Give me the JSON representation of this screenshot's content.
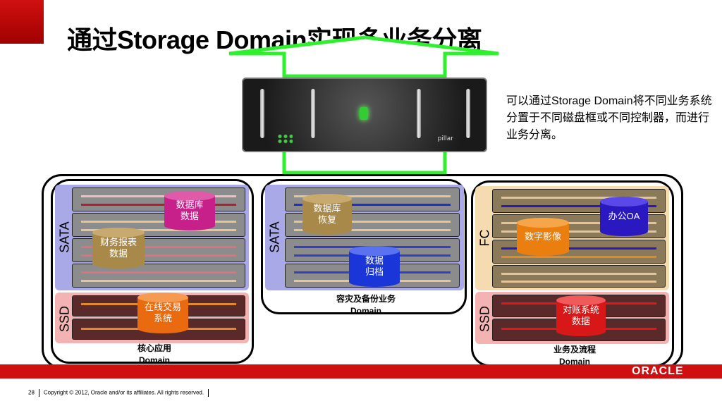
{
  "title": "通过Storage Domain实现多业务分离",
  "side_note": "可以通过Storage Domain将不同业务系统分置于不同磁盘框或不同控制器，而进行业务分离。",
  "server": {
    "logo": "pillar"
  },
  "domains": [
    {
      "caption_line1": "核心应用",
      "caption_line2": "Domain",
      "tiers": [
        {
          "label": "SATA",
          "color": "#a9a9e8"
        },
        {
          "label": "SSD",
          "color": "#f3b3b3"
        }
      ],
      "cylinders": [
        {
          "text1": "数据库",
          "text2": "数据",
          "color": "#c8208a"
        },
        {
          "text1": "财务报表",
          "text2": "数据",
          "color": "#a8894a"
        },
        {
          "text1": "在线交易",
          "text2": "系统",
          "color": "#ea6a10"
        }
      ]
    },
    {
      "caption_line1": "容灾及备份业务",
      "caption_line2": "Domain",
      "tiers": [
        {
          "label": "SATA",
          "color": "#a9a9e8"
        }
      ],
      "cylinders": [
        {
          "text1": "数据库",
          "text2": "恢复",
          "color": "#a8894a"
        },
        {
          "text1": "数据",
          "text2": "归档",
          "color": "#1a36d8"
        }
      ]
    },
    {
      "caption_line1": "业务及流程",
      "caption_line2": "Domain",
      "tiers": [
        {
          "label": "FC",
          "color": "#f4dcb0"
        },
        {
          "label": "SSD",
          "color": "#f3b3b3"
        }
      ],
      "cylinders": [
        {
          "text1": "办公OA",
          "text2": "",
          "color": "#2a18c0"
        },
        {
          "text1": "数字影像",
          "text2": "",
          "color": "#ea7f10"
        },
        {
          "text1": "对账系统",
          "text2": "数据",
          "color": "#d81818"
        }
      ]
    }
  ],
  "footer": {
    "page_number": "28",
    "copyright": "Copyright © 2012, Oracle and/or its affiliates. All rights reserved."
  },
  "brand": "ORACLE"
}
